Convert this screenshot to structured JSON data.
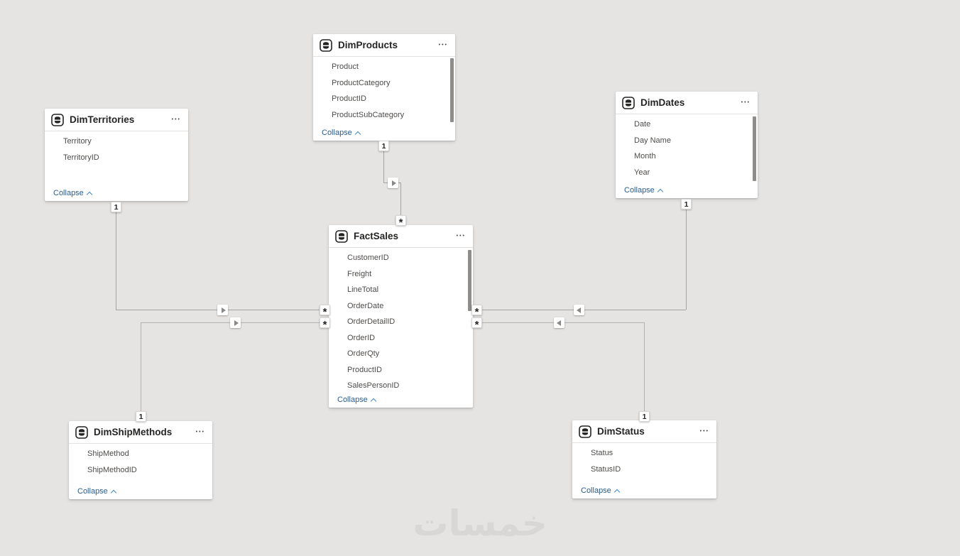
{
  "ui": {
    "collapse_label": "Collapse",
    "ellipsis": "•••"
  },
  "watermark": {
    "text": "خمسات"
  },
  "colors": {
    "canvas_background": "#e6e4e2",
    "card_background": "#ffffff",
    "collapse_link": "#2b5c8a",
    "chevron_blue": "#4288c5",
    "relationship_line": "#a5a3a1",
    "title_text": "#252423",
    "field_text": "#4e4c4a"
  },
  "tables": [
    {
      "name": "DimProducts",
      "fields": [
        "Product",
        "ProductCategory",
        "ProductID",
        "ProductSubCategory"
      ]
    },
    {
      "name": "DimTerritories",
      "fields": [
        "Territory",
        "TerritoryID"
      ]
    },
    {
      "name": "DimDates",
      "fields": [
        "Date",
        "Day Name",
        "Month",
        "Year"
      ]
    },
    {
      "name": "FactSales",
      "fields": [
        "CustomerID",
        "Freight",
        "LineTotal",
        "OrderDate",
        "OrderDetailID",
        "OrderID",
        "OrderQty",
        "ProductID",
        "SalesPersonID"
      ]
    },
    {
      "name": "DimShipMethods",
      "fields": [
        "ShipMethod",
        "ShipMethodID"
      ]
    },
    {
      "name": "DimStatus",
      "fields": [
        "Status",
        "StatusID"
      ]
    }
  ],
  "relationships": [
    {
      "from": "DimProducts",
      "to": "FactSales",
      "one": "1",
      "many": "*",
      "direction": "down-right"
    },
    {
      "from": "DimTerritories",
      "to": "FactSales",
      "one": "1",
      "many": "*",
      "direction": "right"
    },
    {
      "from": "DimShipMethods",
      "to": "FactSales",
      "one": "1",
      "many": "*",
      "direction": "right"
    },
    {
      "from": "DimDates",
      "to": "FactSales",
      "one": "1",
      "many": "*",
      "direction": "left"
    },
    {
      "from": "DimStatus",
      "to": "FactSales",
      "one": "1",
      "many": "*",
      "direction": "left"
    }
  ]
}
